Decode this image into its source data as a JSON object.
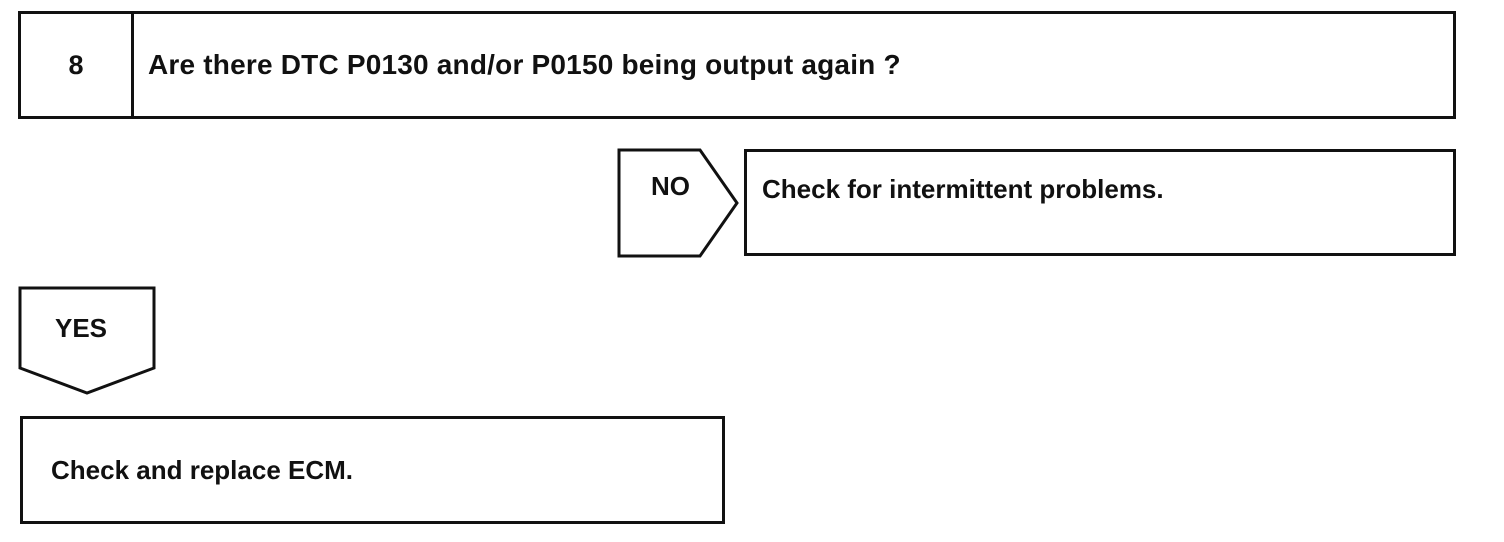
{
  "step": {
    "number": "8",
    "question": "Are there DTC P0130 and/or P0150 being output again ?"
  },
  "branch_no": {
    "label": "NO",
    "result": "Check for intermittent problems."
  },
  "branch_yes": {
    "label": "YES",
    "result": "Check and replace ECM."
  },
  "colors": {
    "line": "#111111",
    "background": "#ffffff"
  }
}
